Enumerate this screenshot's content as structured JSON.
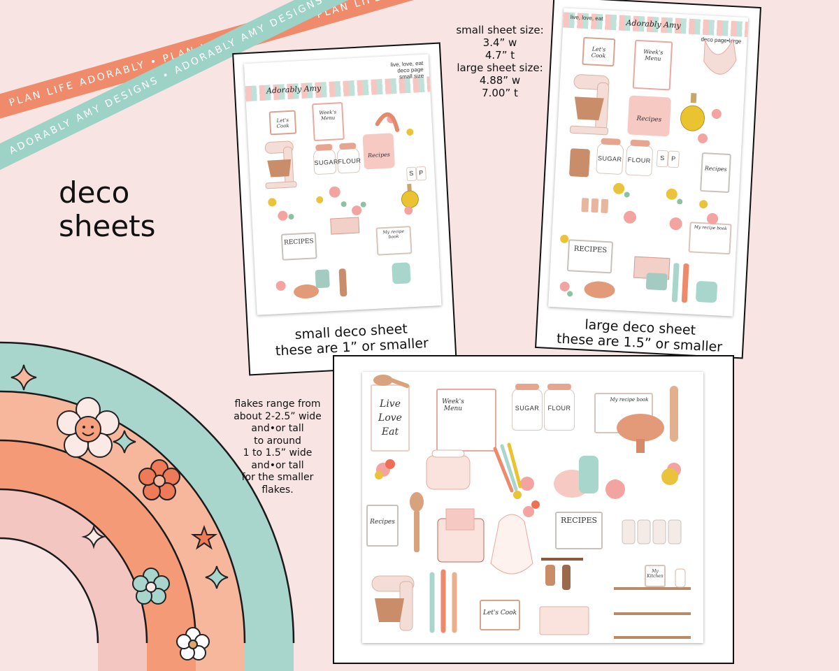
{
  "ribbons": {
    "top": "PLAN LIFE ADORABLY • PLAN LIFE ADORABLY • PLAN LIFE ADORABLY",
    "bottom": "ADORABLY AMY DESIGNS • ADORABLY AMY DESIGNS • ADORABLY AMY DESIGNS"
  },
  "heading": {
    "line1": "deco",
    "line2": "sheets"
  },
  "sizes": {
    "small_title": "small sheet size:",
    "small_w": "3.4” w",
    "small_t": "4.7” t",
    "large_title": "large sheet size:",
    "large_w": "4.88” w",
    "large_t": "7.00” t"
  },
  "small_sheet": {
    "label_lines": [
      "live, love, eat",
      "deco page",
      "small size"
    ],
    "caption_line1": "small deco sheet",
    "caption_line2": "these are 1” or smaller"
  },
  "large_sheet": {
    "label_left": "live, love, eat",
    "label_right": "deco page•large",
    "caption_line1": "large deco sheet",
    "caption_line2": "these are 1.5” or smaller"
  },
  "brand": "Adorably Amy",
  "flakes_note": [
    "flakes range from",
    "about 2-2.5” wide",
    "and•or tall",
    "to around",
    "1 to 1.5” wide",
    "and•or tall",
    "for the smaller",
    "flakes."
  ],
  "sticker_text": {
    "lets_cook": "Let's Cook",
    "weeks_menu": "Week's Menu",
    "sugar": "SUGAR",
    "flour": "FLOUR",
    "recipes": "Recipes",
    "recipes_caps": "RECIPES",
    "s": "S",
    "p": "P",
    "my_recipe_book": "My recipe book",
    "live": "Live",
    "love": "Love",
    "eat": "Eat",
    "my_kitchen": "My Kitchen"
  },
  "colors": {
    "background": "#f7e4e3",
    "coral": "#ef8a6b",
    "teal": "#9dd2c6",
    "peach": "#f6b79d",
    "pink": "#f4c6c2",
    "mint": "#a9d6cc"
  }
}
